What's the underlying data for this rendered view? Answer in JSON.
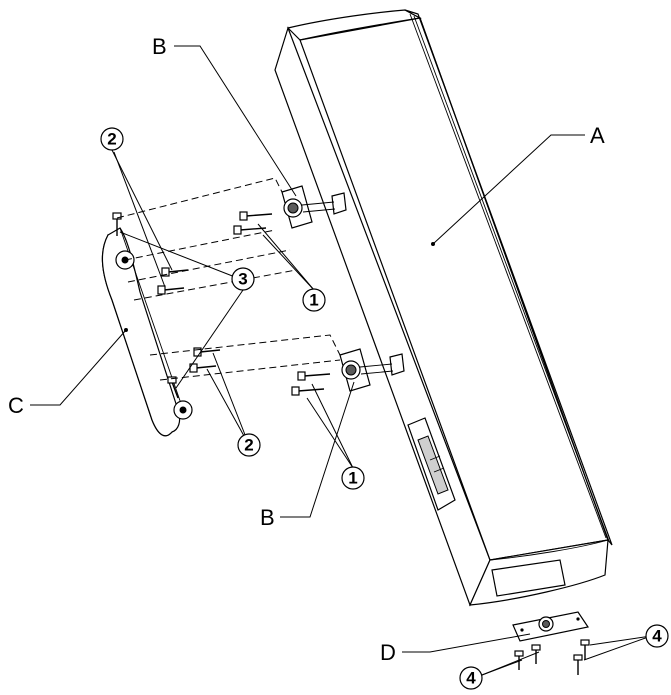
{
  "labels": {
    "A": "A",
    "B_top": "B",
    "B_bottom": "B",
    "C": "C",
    "D": "D"
  },
  "callouts": {
    "n1_top": "1",
    "n1_bottom": "1",
    "n2_top": "2",
    "n2_bottom": "2",
    "n3": "3",
    "n4_right": "4",
    "n4_bottom": "4"
  },
  "colors": {
    "line": "#000000",
    "shade": "#cfcfcf",
    "background": "#ffffff"
  }
}
